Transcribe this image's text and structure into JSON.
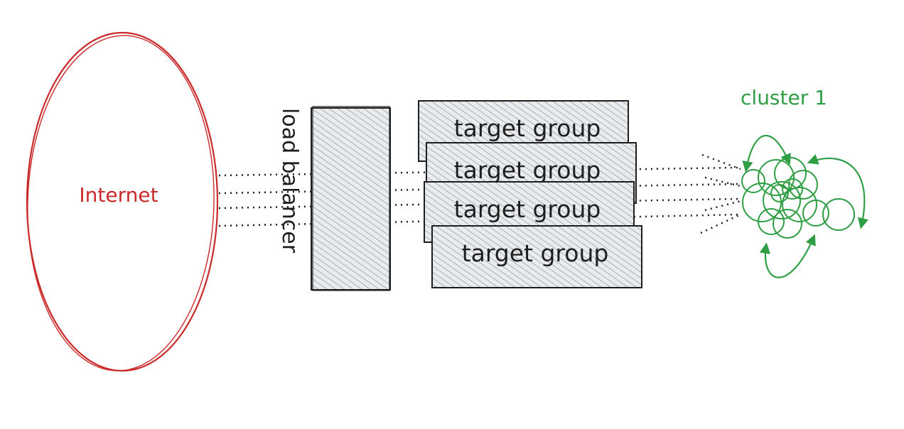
{
  "labels": {
    "internet": "Internet",
    "load_balancer": "load balancer",
    "target_groups": [
      "target group",
      "target group",
      "target group",
      "target group"
    ],
    "cluster": "cluster 1"
  },
  "colors": {
    "internet": "#c92a2a",
    "cluster": "#2f9e44",
    "ink": "#1e1e1e",
    "hatch": "#868e96",
    "fill": "#e9ecef"
  }
}
